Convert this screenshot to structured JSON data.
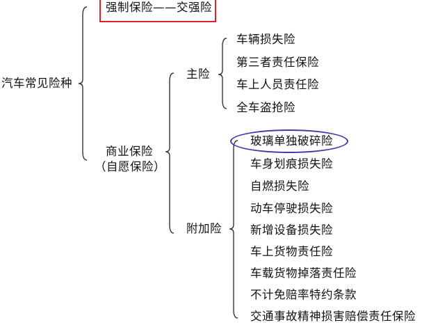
{
  "root": "汽车常见险种",
  "compulsory": "强制保险——交强险",
  "commercial": {
    "line1": "商业保险",
    "line2": "（自愿保险）"
  },
  "main_insurance": {
    "label": "主险",
    "items": [
      "车辆损失险",
      "第三者责任保险",
      "车上人员责任险",
      "全车盗抢险"
    ]
  },
  "additional_insurance": {
    "label": "附加险",
    "items": [
      "玻璃单独破碎险",
      "车身划痕损失险",
      "自燃损失险",
      "动车停驶损失险",
      "新增设备损失险",
      "车上货物责任险",
      "车载货物掉落责任险",
      "不计免赔率特约条款",
      "交通事故精神损害赔偿责任保险"
    ]
  },
  "colors": {
    "highlight_box": "#d9232a",
    "highlight_ellipse": "#3a3aa8"
  }
}
